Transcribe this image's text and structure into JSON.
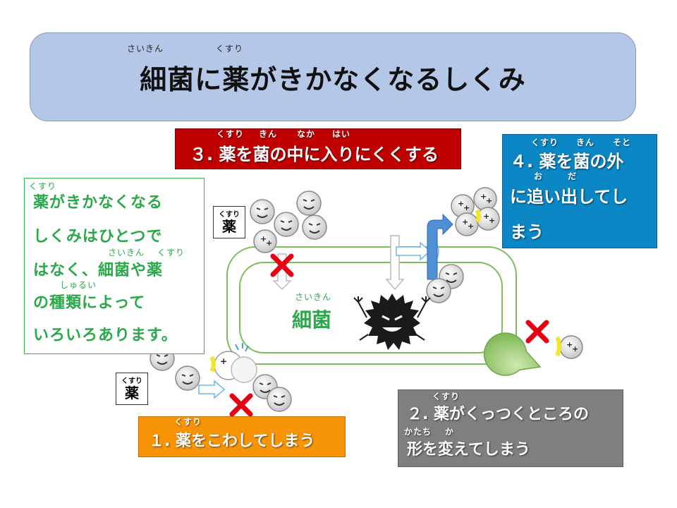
{
  "title": {
    "text": "細菌に薬がきかなくなるしくみ",
    "ruby_saikin": "さいきん",
    "ruby_kusuri": "くすり"
  },
  "step3": {
    "text": "３. 薬を菌の中に入りにくくする",
    "ruby_kusuri": "くすり",
    "ruby_kin": "きん",
    "ruby_naka": "なか",
    "ruby_hai": "はい",
    "color": "#c00000"
  },
  "step4": {
    "line1": "４. 薬を菌の外",
    "line2": "に追い出してし",
    "line3": "まう",
    "ruby_kusuri": "くすり",
    "ruby_kin": "きん",
    "ruby_soto": "そと",
    "ruby_o": "お",
    "ruby_da": "だ",
    "color": "#0b87c6"
  },
  "step2": {
    "line1": "２. 薬がくっつくところの",
    "line2": "形を変えてしまう",
    "ruby_kusuri": "くすり",
    "ruby_katachi": "かたち",
    "ruby_ka": "か",
    "color": "#7f7f7f"
  },
  "step1": {
    "text": "１. 薬をこわしてしまう",
    "ruby_kusuri": "くすり",
    "color": "#f79406"
  },
  "info": {
    "line1": "薬がきかなくなる",
    "line2": "しくみはひとつで",
    "line3": "はなく、細菌や薬",
    "line4": "の種類によって",
    "line5": "いろいろあります。",
    "ruby_kusuri1": "くすり",
    "ruby_saikin": "さいきん",
    "ruby_kusuri2": "くすり",
    "ruby_shurui": "しゅるい",
    "color": "#2aa84a"
  },
  "drug_label_top": {
    "small": "くすり",
    "big": "薬"
  },
  "drug_label_bottom": {
    "small": "くすり",
    "big": "薬"
  },
  "bacteria": {
    "label": "細菌",
    "ruby": "さいきん"
  },
  "icons": {
    "cross": "cross-icon",
    "bacterium": "bacterium-icon",
    "drug": "drug-molecule-icon",
    "pump": "efflux-pump-icon",
    "enzyme": "enzyme-icon"
  },
  "colors": {
    "title_bg": "#b4c7e7",
    "cross": "#e60012",
    "bacteria_green": "#2aa84a"
  }
}
